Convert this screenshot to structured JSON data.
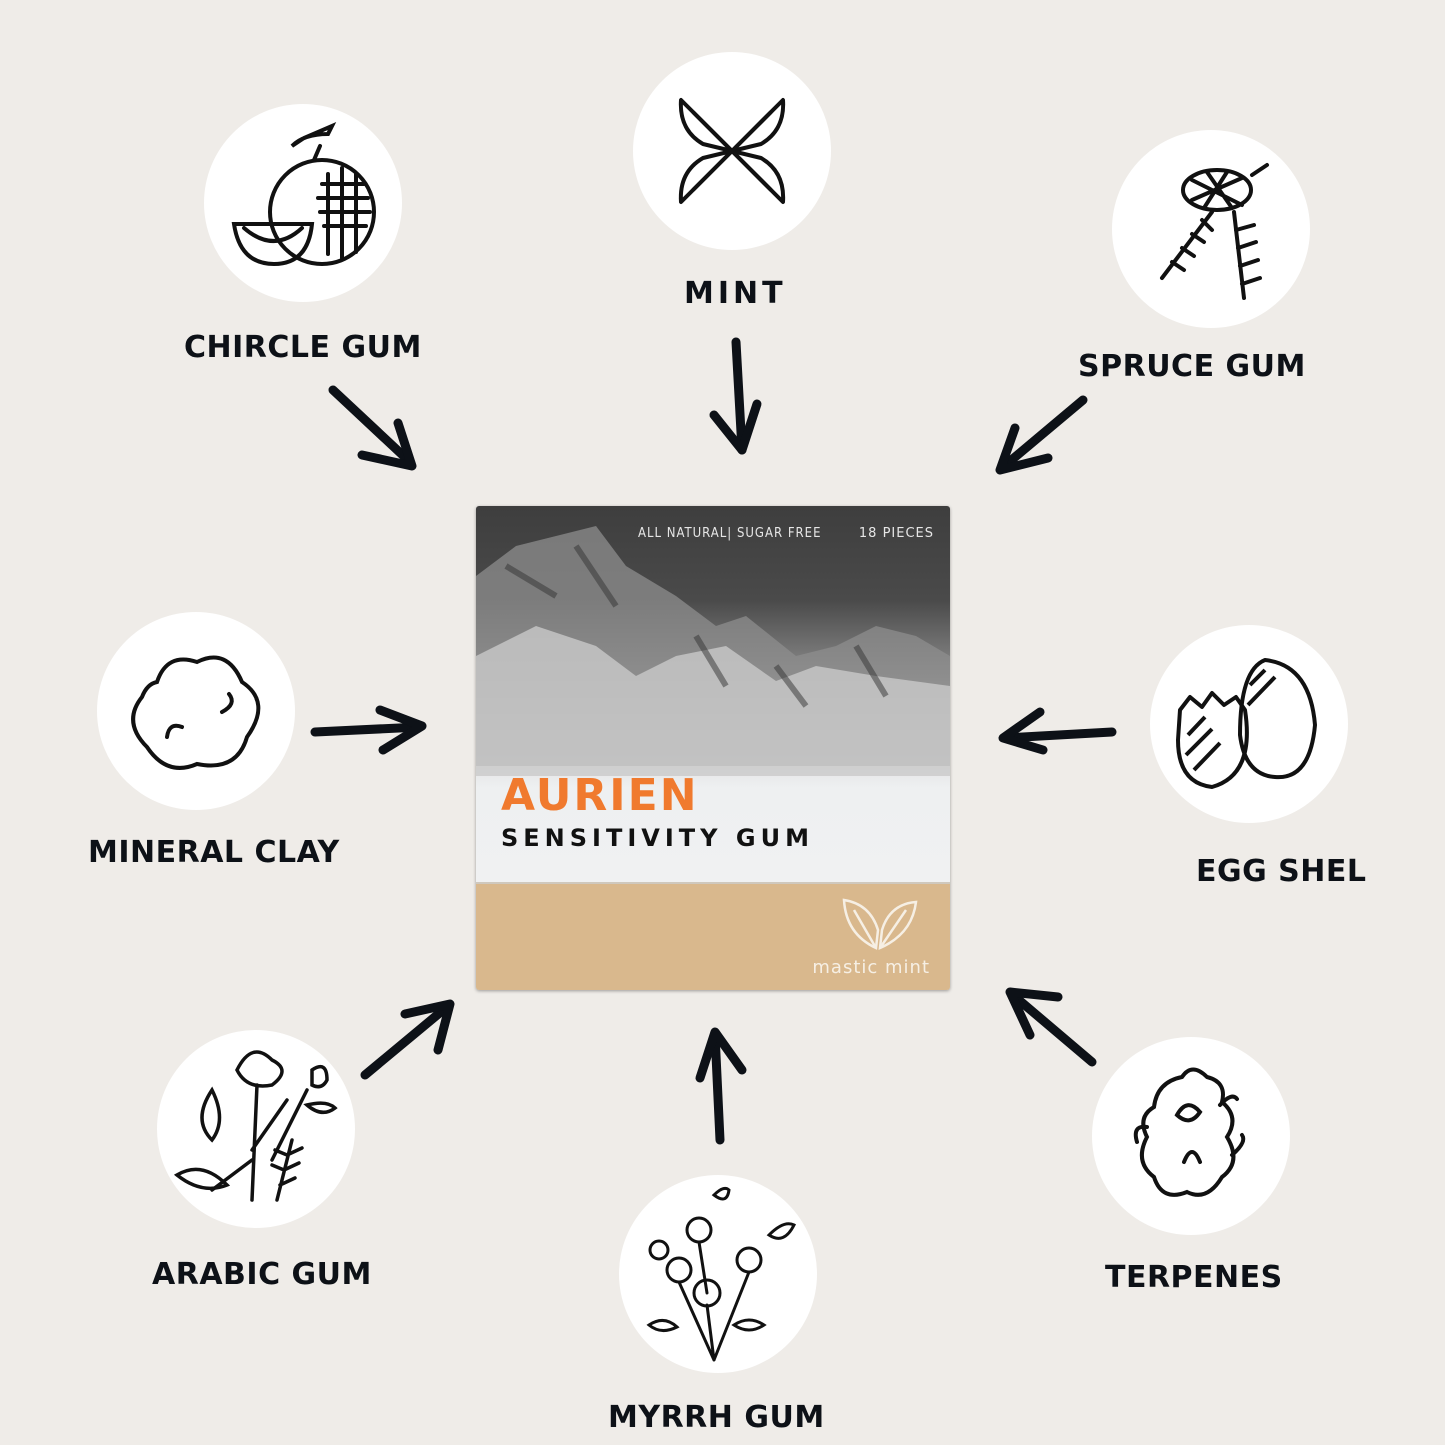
{
  "background_color": "#efece8",
  "ingredients": [
    {
      "id": "chircle-gum",
      "label": "CHIRCLE GUM",
      "icon": "melon-icon"
    },
    {
      "id": "mint",
      "label": "MINT",
      "icon": "mint-leaves-icon"
    },
    {
      "id": "spruce-gum",
      "label": "SPRUCE GUM",
      "icon": "pine-cone-branch-icon"
    },
    {
      "id": "mineral-clay",
      "label": "MINERAL CLAY",
      "icon": "clay-cloud-icon"
    },
    {
      "id": "egg-shel",
      "label": "EGG SHEL",
      "icon": "egg-shell-icon"
    },
    {
      "id": "arabic-gum",
      "label": "ARABIC GUM",
      "icon": "flower-plant-icon"
    },
    {
      "id": "myrrh-gum",
      "label": "MYRRH GUM",
      "icon": "blossom-branch-icon"
    },
    {
      "id": "terpenes",
      "label": "TERPENES",
      "icon": "cotton-flower-icon"
    }
  ],
  "product": {
    "tagline": "ALL NATURAL| SUGAR FREE",
    "pieces": "18 PIECES",
    "brand": "AURIEN",
    "subtitle": "SENSITIVITY GUM",
    "flavor": "mastic mint",
    "brand_color": "#f07a2e",
    "kraft_color": "#d9b88d"
  }
}
